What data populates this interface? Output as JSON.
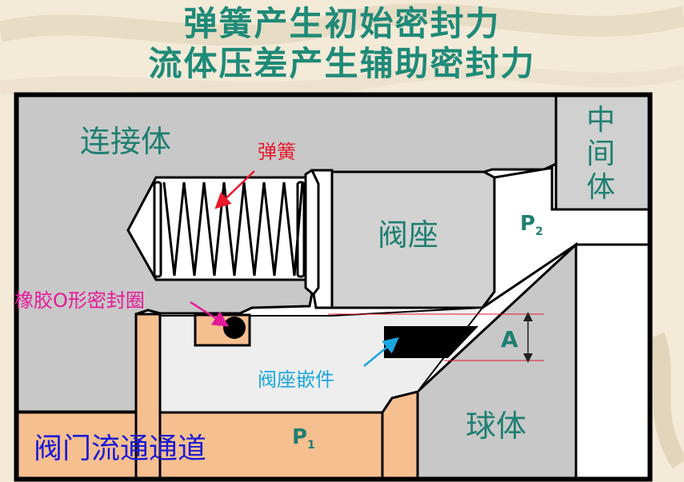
{
  "title": {
    "line1": "弹簧产生初始密封力",
    "line2": "流体压差产生辅助密封力"
  },
  "labels": {
    "connector": "连接体",
    "spring": "弹簧",
    "seat": "阀座",
    "middle_chars": [
      "中",
      "间",
      "体"
    ],
    "p2_main": "P",
    "p2_sub": "2",
    "oring": "橡胶O形密封圈",
    "dim_a": "A",
    "insert": "阀座嵌件",
    "ball": "球体",
    "channel": "阀门流通通道",
    "p1_main": "P",
    "p1_sub": "1"
  },
  "colors": {
    "title": "#1f8a78",
    "label_teal": "#1f7f72",
    "spring_label": "#e8192c",
    "oring_label": "#e5199a",
    "insert_label": "#1aa6e0",
    "channel_label": "#1a1ad6",
    "body_gray": "#c8c8c8",
    "seat_gray": "#d2d2d2",
    "orange": "#f6bf8f"
  }
}
